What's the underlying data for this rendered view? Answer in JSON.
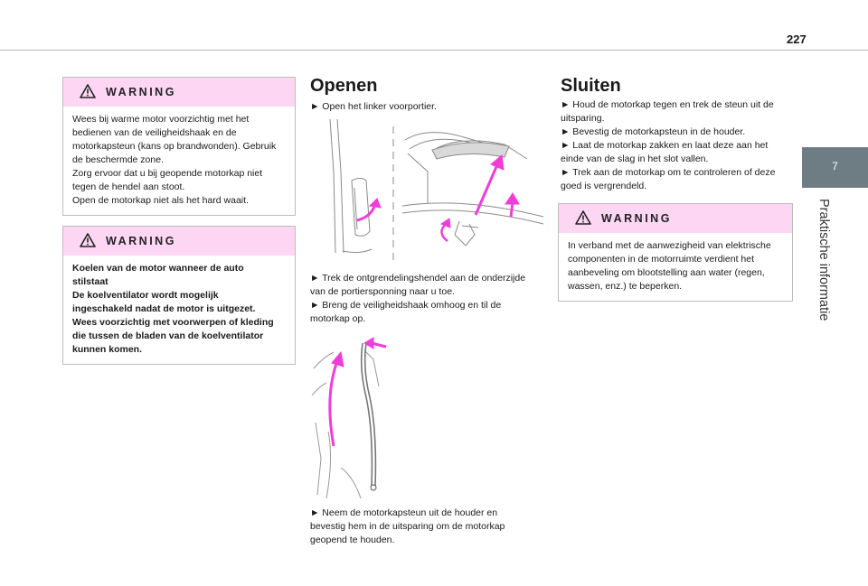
{
  "page_number": "227",
  "side_tab": {
    "number": "7",
    "title": "Praktische informatie"
  },
  "left_column": {
    "warnings": [
      {
        "title": "WARNING",
        "lines": [
          "Wees bij warme motor voorzichtig met het",
          "bedienen van de veiligheidshaak en de",
          "motorkapsteun (kans op brandwonden). Gebruik",
          "de beschermde zone.",
          "Zorg ervoor dat u bij geopende motorkap niet",
          "tegen de hendel aan stoot.",
          "Open de motorkap niet als het hard waait."
        ]
      },
      {
        "title": "WARNING",
        "lines": [
          "Koelen van de motor wanneer de auto",
          "stilstaat",
          "De koelventilator wordt mogelijk",
          "ingeschakeld nadat de motor is uitgezet.",
          "Wees voorzichtig met voorwerpen of kleding",
          "die tussen de bladen van de koelventilator",
          "kunnen komen."
        ]
      }
    ]
  },
  "openen": {
    "title": "Openen",
    "step1": [
      "► Open het linker voorportier."
    ],
    "step2": [
      "► Trek de ontgrendelingshendel aan de onderzijde",
      "van de portiersponning naar u toe.",
      "► Breng de veiligheidshaak omhoog en til de",
      "motorkap op."
    ],
    "step3": [
      "► Neem de motorkapsteun uit de houder en",
      "bevestig hem in de uitsparing om de motorkap",
      "geopend te houden."
    ]
  },
  "sluiten": {
    "title": "Sluiten",
    "steps": [
      "► Houd de motorkap tegen en trek de steun uit de",
      "uitsparing.",
      "► Bevestig de motorkapsteun in de houder.",
      "► Laat de motorkap zakken en laat deze aan het",
      "einde van de slag in het slot vallen.",
      "► Trek aan de motorkap om te controleren of deze",
      "goed is vergrendeld."
    ],
    "warning": {
      "title": "WARNING",
      "lines": [
        "In verband met de aanwezigheid van elektrische",
        "componenten in de motorruimte verdient het",
        "aanbeveling om blootstelling aan water (regen,",
        "wassen, enz.) te beperken."
      ]
    }
  },
  "colors": {
    "warning_header": "#fcd6f3",
    "arrow": "#f03cd9",
    "tab": "#6e7d83"
  }
}
